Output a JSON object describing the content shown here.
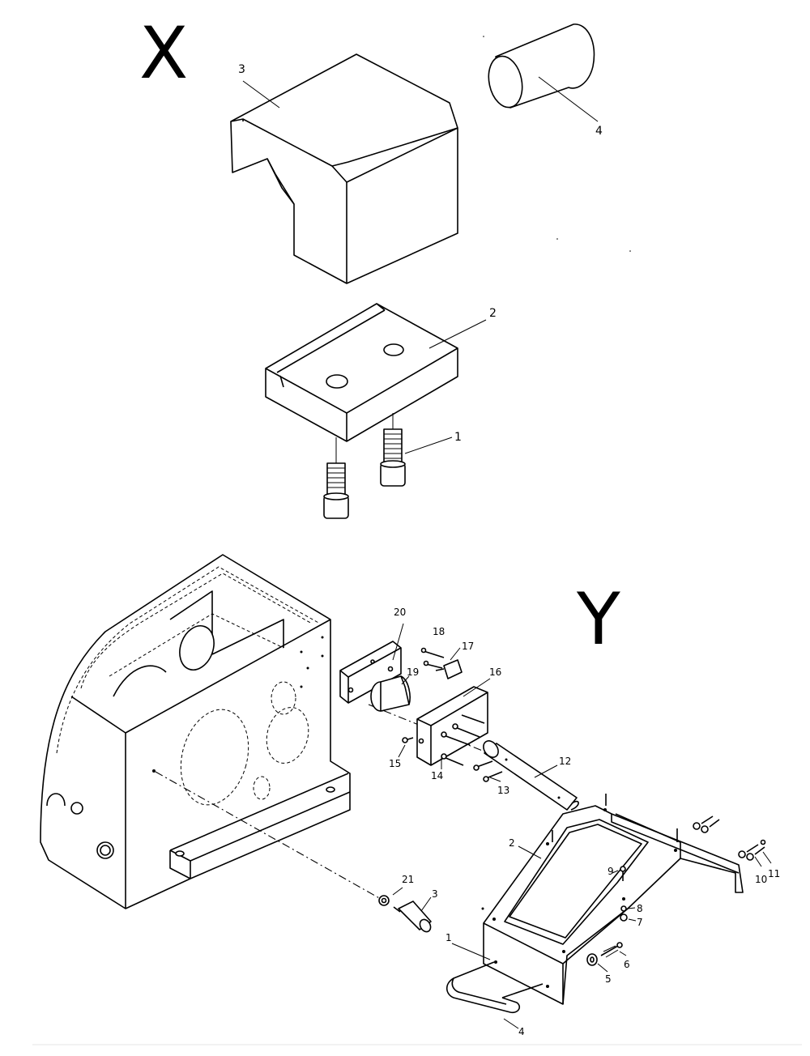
{
  "groups": {
    "x": {
      "letter": "X"
    },
    "y": {
      "letter": "Y"
    }
  },
  "x_parts": {
    "p1": "1",
    "p2": "2",
    "p3": "3",
    "p4": "4"
  },
  "y_parts": {
    "p1": "1",
    "p2": "2",
    "p3": "3",
    "p4": "4",
    "p5": "5",
    "p6": "6",
    "p7": "7",
    "p8": "8",
    "p9": "9",
    "p10": "10",
    "p11": "11",
    "p12": "12",
    "p13": "13",
    "p14": "14",
    "p15": "15",
    "p16": "16",
    "p17": "17",
    "p18": "18",
    "p19": "19",
    "p20": "20",
    "p21": "21"
  },
  "colors": {
    "line": "#000000",
    "background": "#ffffff"
  }
}
